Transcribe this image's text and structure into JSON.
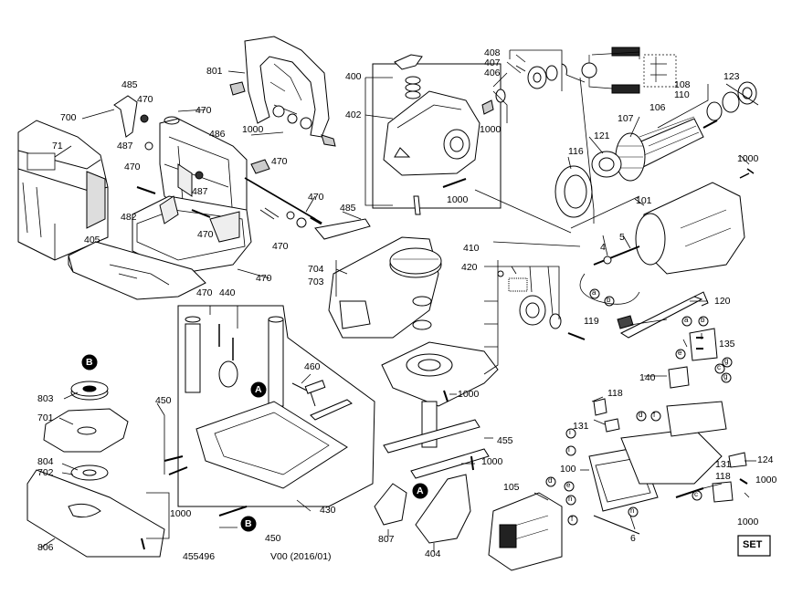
{
  "document": {
    "part_number": "455496",
    "version": "V00 (2016/01)"
  },
  "markers": {
    "A": "A",
    "B": "B",
    "a": "a",
    "b": "b",
    "c": "c",
    "d": "d",
    "e": "e",
    "f": "f",
    "g": "g",
    "i": "i",
    "n": "n"
  },
  "set_box": {
    "label": "SET",
    "number": "1000"
  },
  "labels": {
    "l700": "700",
    "l71": "71",
    "l485": "485",
    "l470a": "470",
    "l470b": "470",
    "l801": "801",
    "l1000a": "1000",
    "l487a": "487",
    "l486": "486",
    "l470c": "470",
    "l470d": "470",
    "l487b": "487",
    "l470e": "470",
    "l485b": "485",
    "l482": "482",
    "l470f": "470",
    "l470g": "470",
    "l405": "405",
    "l470h": "470",
    "l400": "400",
    "l402": "402",
    "l408": "408",
    "l407": "407",
    "l406": "406",
    "l1000b": "1000",
    "l1000c": "1000",
    "l410": "410",
    "l420": "420",
    "l704": "704",
    "l703": "703",
    "l108": "108",
    "l110": "110",
    "l123": "123",
    "l106": "106",
    "l107": "107",
    "l121": "121",
    "l116": "116",
    "l1000d": "1000",
    "l101": "101",
    "l4": "4",
    "l5": "5",
    "l120": "120",
    "l119": "119",
    "l135": "135",
    "l140": "140",
    "l118a": "118",
    "l131a": "131",
    "l124": "124",
    "l131b": "131",
    "l118b": "118",
    "l1000e": "1000",
    "l100": "100",
    "l105": "105",
    "l6": "6",
    "l470i": "470",
    "l440": "440",
    "l460": "460",
    "l450a": "450",
    "l430": "430",
    "l450b": "450",
    "l1000f": "1000",
    "l455": "455",
    "l1000g": "1000",
    "l807": "807",
    "l404": "404",
    "l803": "803",
    "l701": "701",
    "l804": "804",
    "l702": "702",
    "l1000h": "1000",
    "l806": "806"
  }
}
